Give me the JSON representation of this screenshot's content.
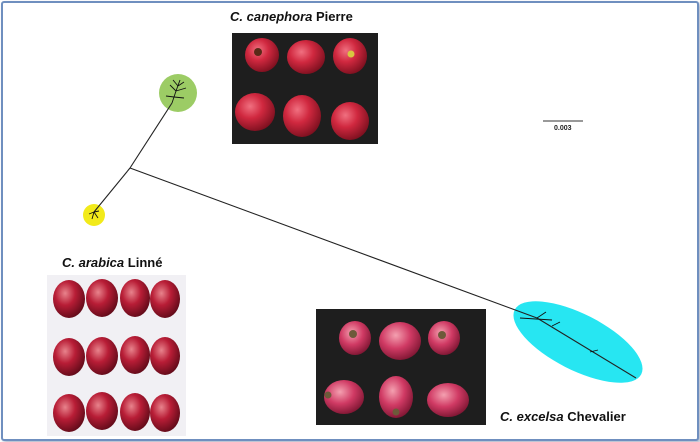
{
  "labels": {
    "canephora": {
      "genus": "C. canephora",
      "author": "Pierre"
    },
    "arabica": {
      "genus": "C. arabica",
      "author": "Linné"
    },
    "excelsa": {
      "genus": "C. excelsa",
      "author": "Chevalier"
    }
  },
  "scale_bar": {
    "label": "0.003"
  },
  "colors": {
    "canephora_clade": "#9ccc65",
    "arabica_clade": "#f2ea1a",
    "excelsa_clade": "#27e6f2",
    "frame": "#6f8fbf",
    "berry_red": "#c0203a",
    "photo_dark_bg": "#1e1e1e",
    "photo_light_bg": "#f1f0f4"
  }
}
